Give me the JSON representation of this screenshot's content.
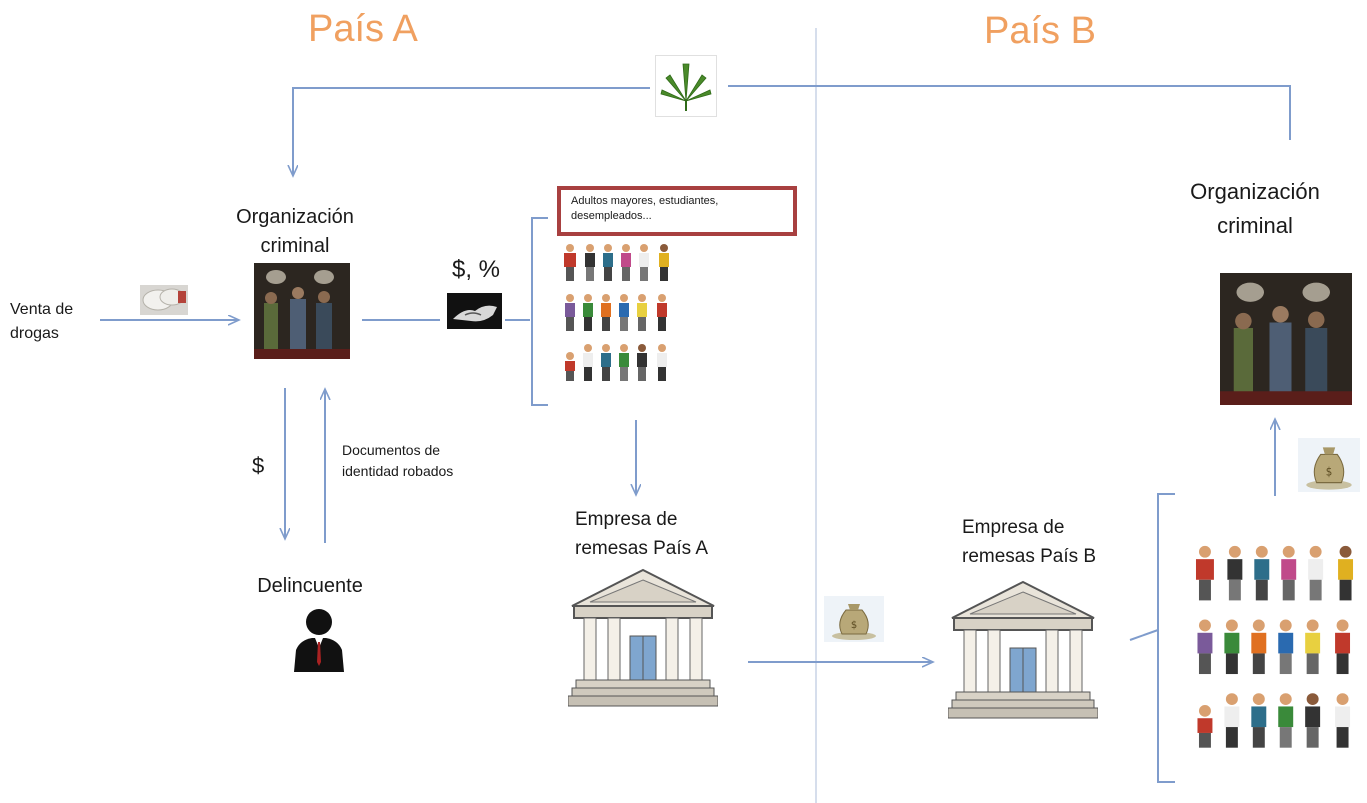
{
  "countries": {
    "a": "País A",
    "b": "País B"
  },
  "labels": {
    "venta_drogas": "Venta de drogas",
    "org_a": "Organización criminal",
    "org_b": "Organización criminal",
    "money_percent": "$, %",
    "dollar": "$",
    "documentos": "Documentos de identidad robados",
    "delincuente": "Delincuente",
    "empresa_a": "Empresa de remesas País A",
    "empresa_b": "Empresa de remesas País B",
    "grupo_box": "Adultos mayores, estudiantes, desempleados..."
  },
  "icons": {
    "cannabis": "cannabis-leaf-icon",
    "drugs": "drug-bundle-icon",
    "org_photo": "criminal-group-photo",
    "handshake": "handshake-icon",
    "people": "people-group-icon",
    "bank": "bank-building-icon",
    "money_bag": "money-bag-icon",
    "person": "businessman-silhouette-icon"
  },
  "colors": {
    "arrow": "#7f9ccc",
    "country_title": "#f0a060",
    "box_border": "#a84040",
    "divider": "#c8d4e6"
  }
}
